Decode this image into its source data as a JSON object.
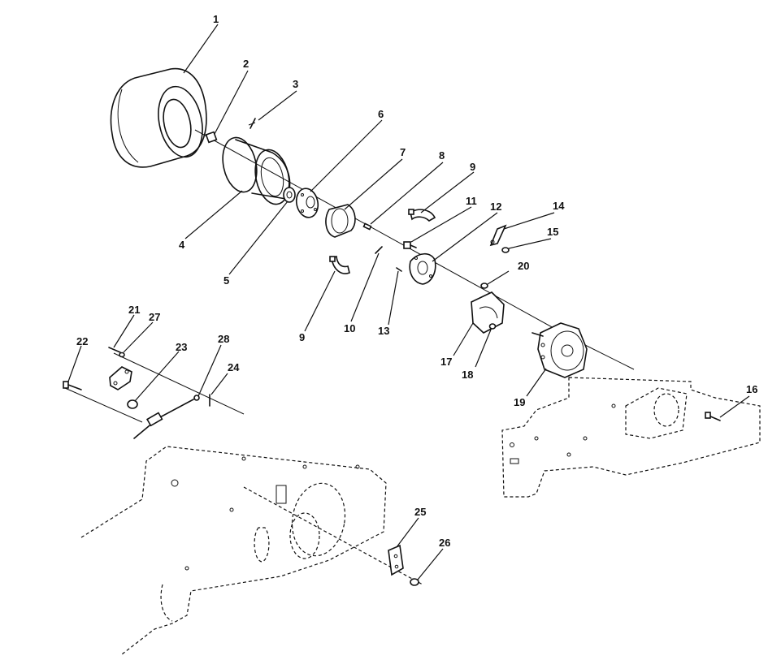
{
  "callouts": [
    "1",
    "2",
    "3",
    "4",
    "5",
    "6",
    "7",
    "8",
    "9",
    "9",
    "10",
    "11",
    "12",
    "13",
    "14",
    "15",
    "16",
    "17",
    "18",
    "19",
    "20",
    "21",
    "22",
    "23",
    "24",
    "25",
    "26",
    "27",
    "28"
  ]
}
